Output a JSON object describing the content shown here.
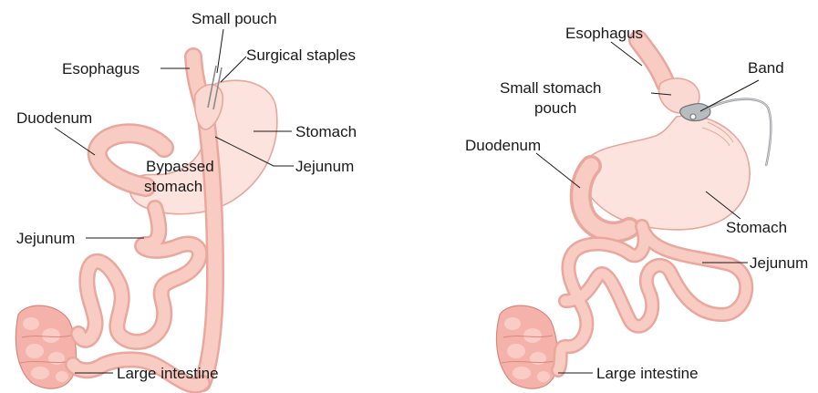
{
  "left_diagram": {
    "labels": {
      "small_pouch": "Small pouch",
      "surgical_staples": "Surgical staples",
      "esophagus": "Esophagus",
      "duodenum": "Duodenum",
      "stomach": "Stomach",
      "bypassed_stomach_line1": "Bypassed",
      "bypassed_stomach_line2": "stomach",
      "jejunum_right": "Jejunum",
      "jejunum_left": "Jejunum",
      "large_intestine": "Large intestine"
    }
  },
  "right_diagram": {
    "labels": {
      "esophagus": "Esophagus",
      "band": "Band",
      "small_stomach_pouch_line1": "Small stomach",
      "small_stomach_pouch_line2": "pouch",
      "duodenum": "Duodenum",
      "stomach": "Stomach",
      "jejunum": "Jejunum",
      "large_intestine": "Large intestine"
    }
  },
  "colors": {
    "tissue_fill": "#fbd9d3",
    "tissue_outline": "#e8a59b",
    "intestine_fill": "#f4b2aa",
    "band_gray": "#b9bcbf",
    "label_text": "#1a1a1a"
  },
  "icons": [
    "gastric-bypass-illustration",
    "gastric-band-illustration"
  ]
}
